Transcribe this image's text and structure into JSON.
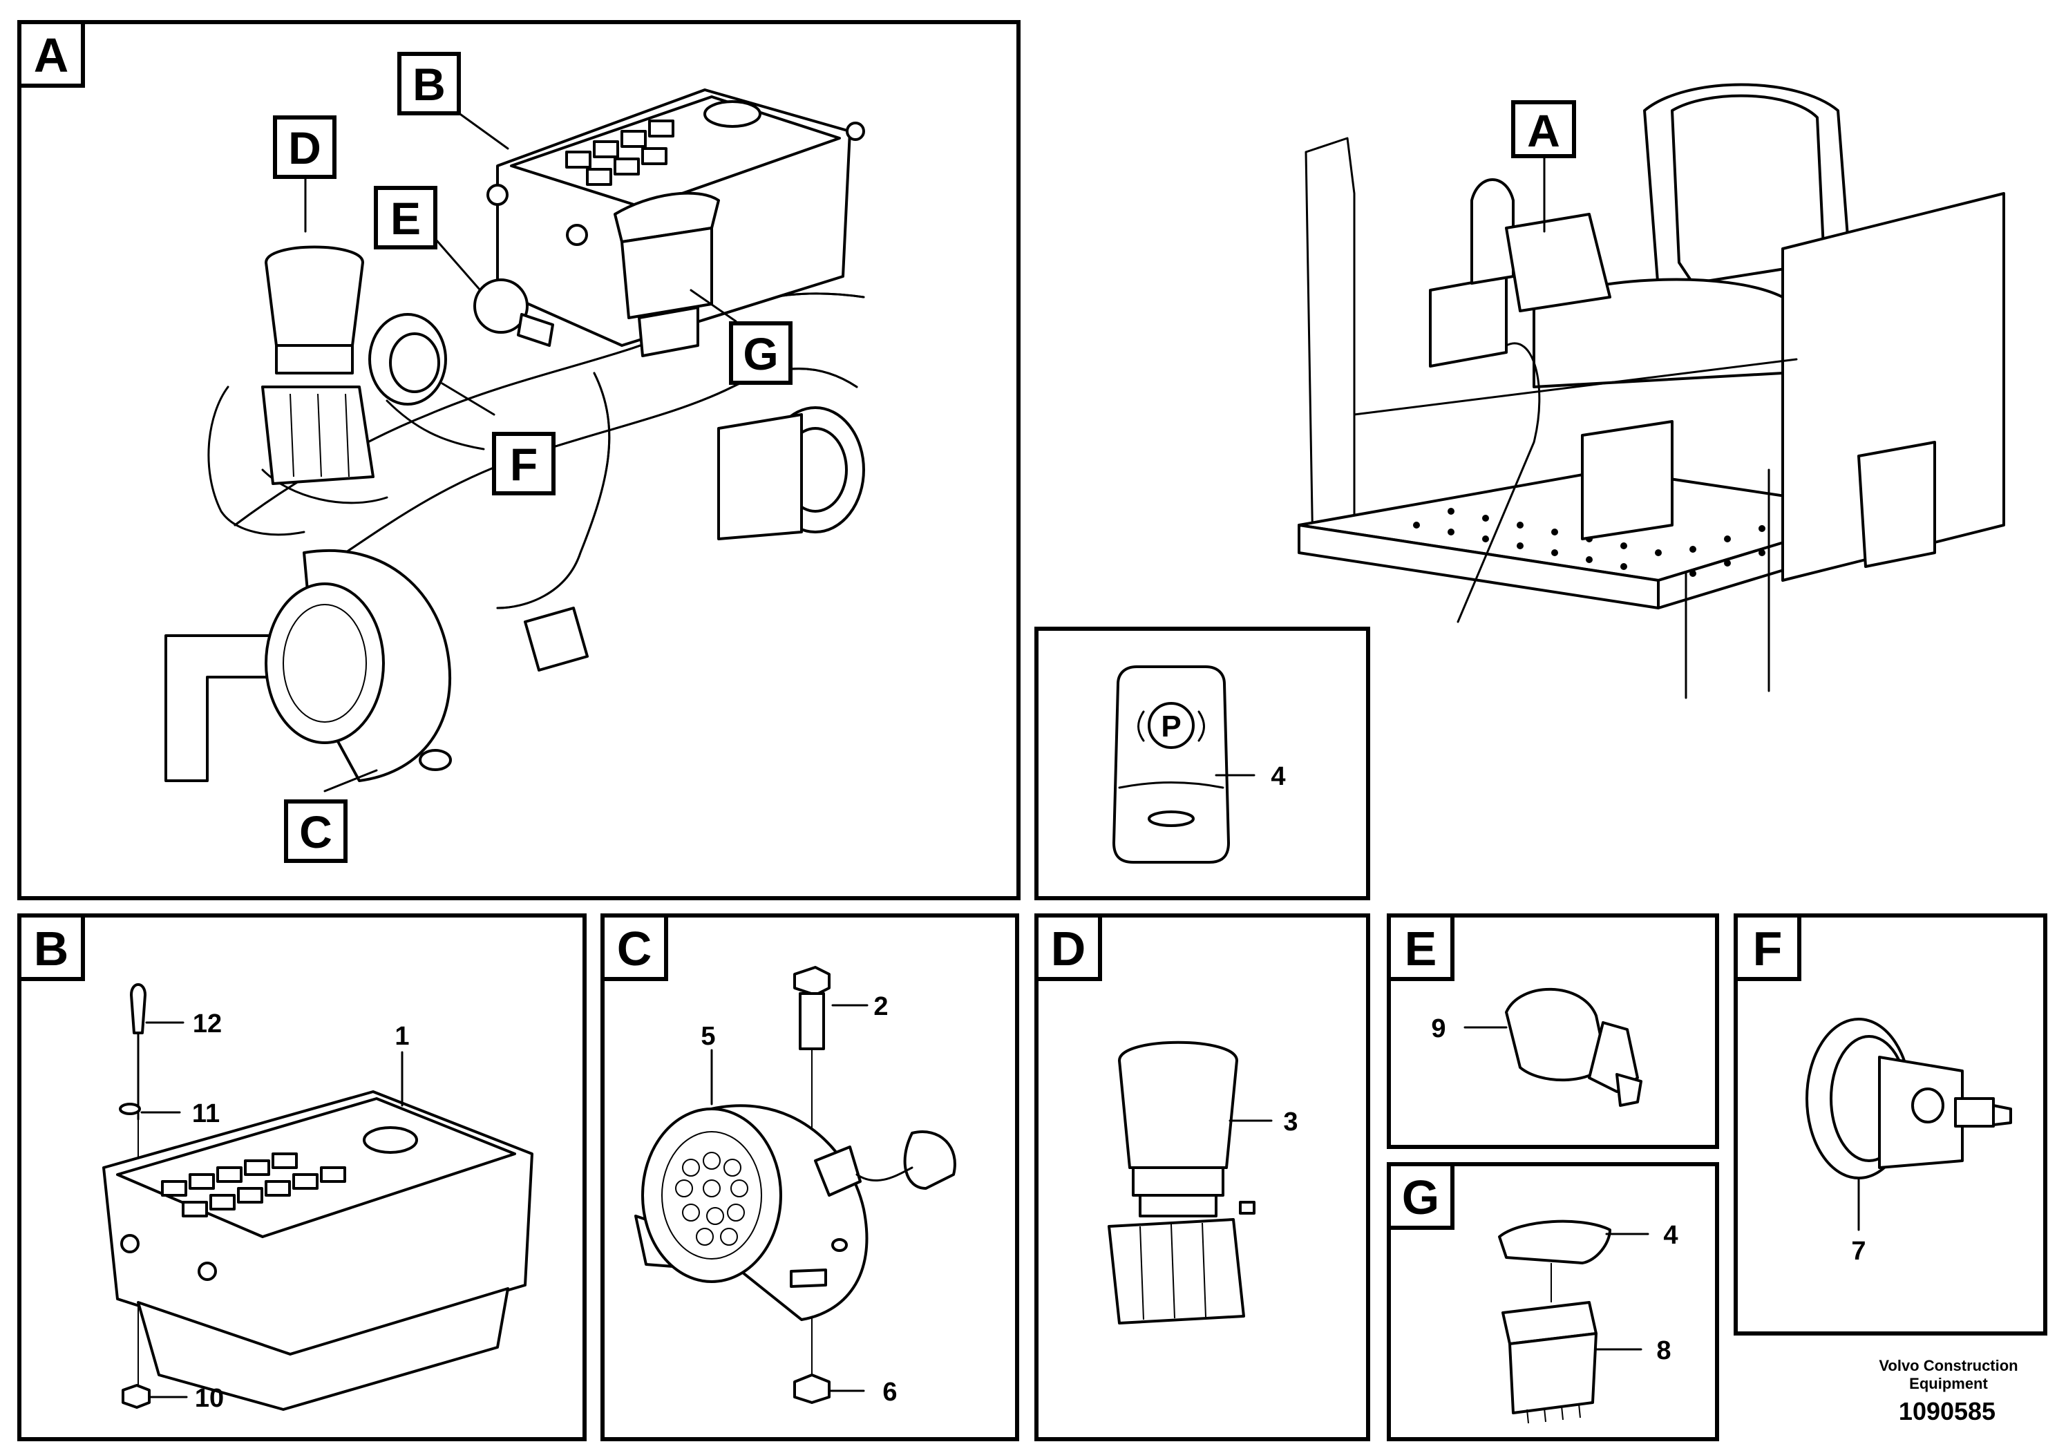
{
  "panel_letters": {
    "A": "A",
    "B": "B",
    "C": "C",
    "D": "D",
    "E": "E",
    "F": "F",
    "G": "G"
  },
  "overview_letters": {
    "B": "B",
    "C": "C",
    "D": "D",
    "E": "E",
    "F": "F",
    "G": "G"
  },
  "cab_letter": "A",
  "part_numbers": {
    "p1": "1",
    "p2": "2",
    "p3": "3",
    "p4": "4",
    "p4g": "4",
    "p5": "5",
    "p6": "6",
    "p7": "7",
    "p8": "8",
    "p9": "9",
    "p10": "10",
    "p11": "11",
    "p12": "12"
  },
  "footer": {
    "company_line1": "Volvo Construction",
    "company_line2": "Equipment",
    "drawing_number": "1090585"
  },
  "icons": [
    "parking-brake-p-symbol-icon"
  ]
}
